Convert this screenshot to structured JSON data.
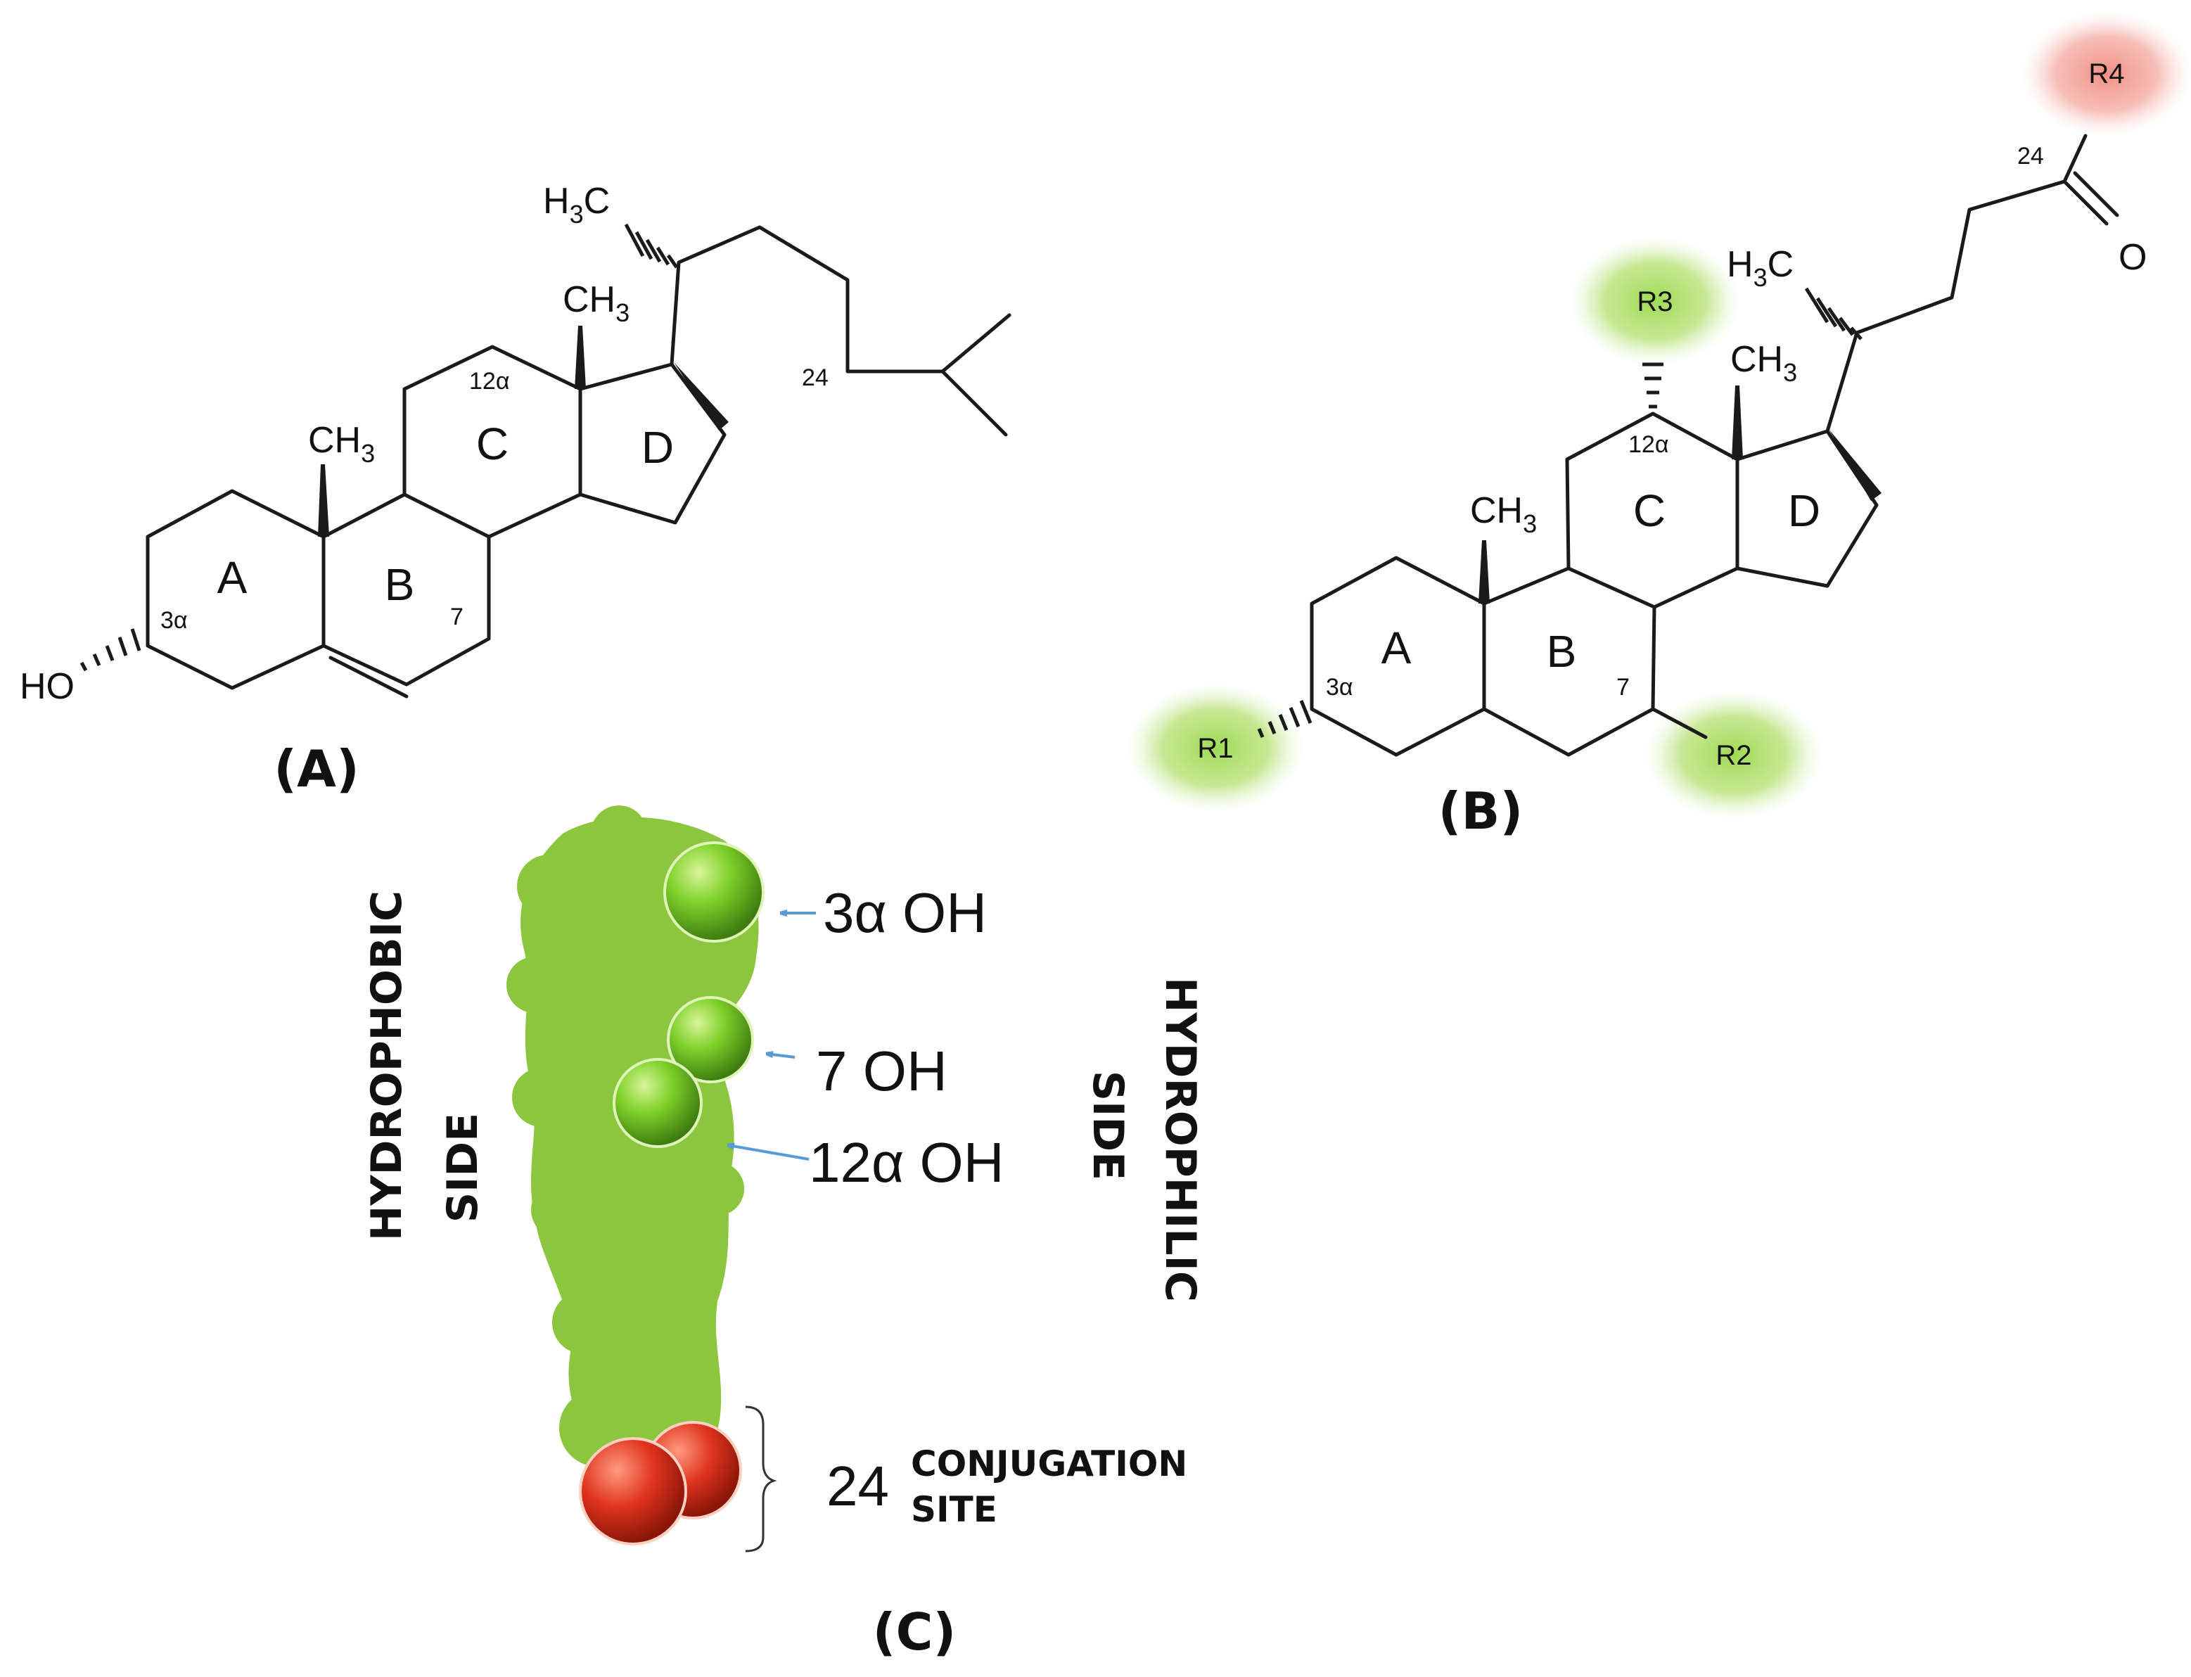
{
  "panels": {
    "a": {
      "caption": "(A)",
      "rings": [
        "A",
        "B",
        "C",
        "D"
      ],
      "positions": {
        "p3": "3α",
        "p7": "7",
        "p12": "12α",
        "p24": "24"
      },
      "groups": {
        "ho": "HO",
        "ch3": "CH",
        "ch3_sub": "3",
        "h3c_h": "H",
        "h3c_sub": "3",
        "h3c_c": "C"
      }
    },
    "b": {
      "caption": "(B)",
      "rings": [
        "A",
        "B",
        "C",
        "D"
      ],
      "positions": {
        "p3": "3α",
        "p7": "7",
        "p12": "12α",
        "p24": "24"
      },
      "groups": {
        "ch3": "CH",
        "ch3_sub": "3",
        "h3c_h": "H",
        "h3c_sub": "3",
        "h3c_c": "C",
        "oxygen": "O"
      },
      "substituents": [
        {
          "label": "R1",
          "color": "#9ad84a"
        },
        {
          "label": "R2",
          "color": "#9ad84a"
        },
        {
          "label": "R3",
          "color": "#9ad84a"
        },
        {
          "label": "R4",
          "color": "#f08a80"
        }
      ]
    },
    "c": {
      "caption": "(C)",
      "annotations": [
        "3α OH",
        "7 OH",
        "12α OH"
      ],
      "conjugation_number": "24",
      "conjugation_line1": "CONJUGATION",
      "conjugation_line2": "SITE",
      "hydrophobic_line1": "HYDROPHOBIC",
      "hydrophobic_line2": "SIDE",
      "hydrophilic_line1": "HYDROPHILIC",
      "hydrophilic_line2": "SIDE",
      "colors": {
        "body": "#8cc63f",
        "oh_sphere": "#7fd12a",
        "conj_sphere": "#e0341e",
        "arrow": "#5b9bd5"
      }
    }
  }
}
